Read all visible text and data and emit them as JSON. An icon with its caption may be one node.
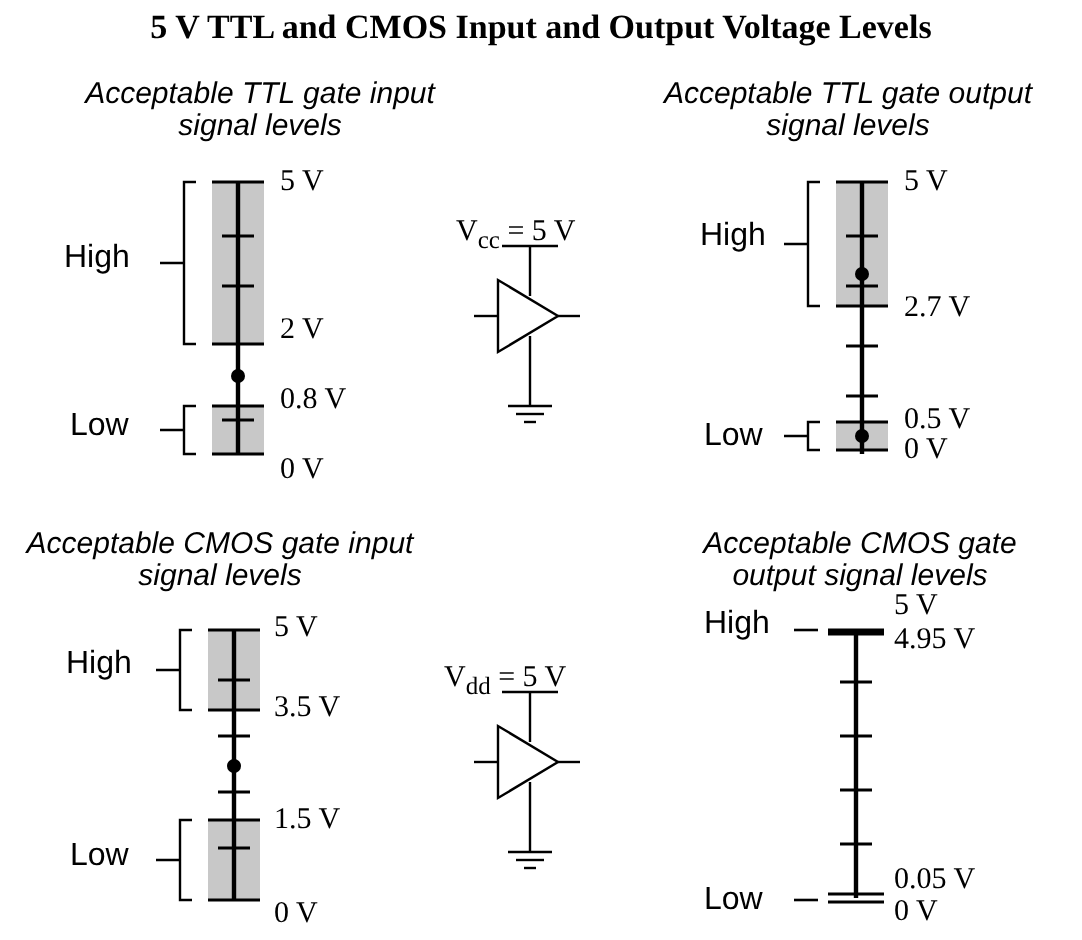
{
  "diagram": {
    "title": "5 V TTL and CMOS Input and Output Voltage Levels",
    "labels": [
      "Acceptable TTL gate input signal levels",
      "Acceptable TTL gate output signal levels",
      "5 V",
      "High",
      "2 V",
      "0.8 V",
      "Low",
      "0 V",
      "V$_{cc}$ = 5 V",
      "5 V",
      "High",
      "2.7 V",
      "Low",
      "0.5 V",
      "0 V",
      "Acceptable CMOS gate input signal levels",
      "Acceptable CMOS gate output signal levels",
      "5 V",
      "High",
      "3.5 V",
      "1.5 V",
      "Low",
      "0 V",
      "V$_{dd}$ = 5 V",
      "High",
      "5 V",
      "4.95 V",
      "Low",
      "0.05 V",
      "0 V"
    ]
  }
}
